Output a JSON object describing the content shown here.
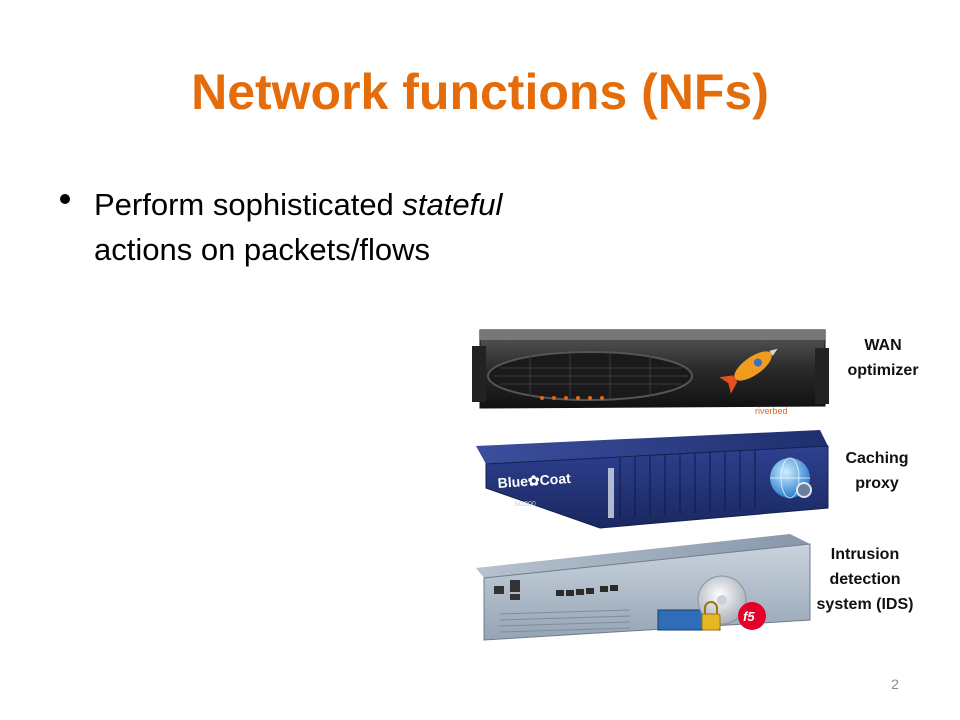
{
  "slide": {
    "title": "Network functions (NFs)",
    "bullet": {
      "prefix": "Perform sophisticated ",
      "emphasis": "stateful",
      "line2": "actions on packets/flows"
    },
    "devices": [
      {
        "name": "WAN optimizer",
        "label_lines": [
          "WAN",
          "optimizer"
        ],
        "brand": "riverbed"
      },
      {
        "name": "Caching proxy",
        "label_lines": [
          "Caching",
          "proxy"
        ],
        "brand": "Blue Coat",
        "model": "SG300"
      },
      {
        "name": "Intrusion detection system (IDS)",
        "label_lines": [
          "Intrusion",
          "detection",
          "system (IDS)"
        ],
        "brand": "f5"
      }
    ],
    "slide_number": "2"
  },
  "colors": {
    "title": "#e46c0a",
    "bluecoat": "#2b3f8c",
    "f5": "#e4002b"
  }
}
